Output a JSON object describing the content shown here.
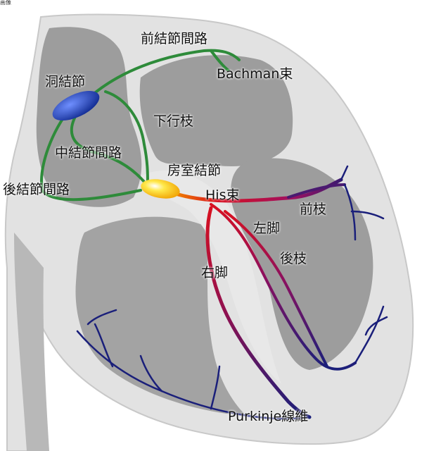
{
  "corner_tag": "画像",
  "labels": {
    "anterior_internodal": "前結節間路",
    "bachmann": "Bachman束",
    "sa_node": "洞結節",
    "descending_branch": "下行枝",
    "middle_internodal": "中結節間路",
    "av_node": "房室結節",
    "posterior_internodal": "後結節間路",
    "his_bundle": "His束",
    "anterior_fascicle": "前枝",
    "left_bundle": "左脚",
    "posterior_fascicle": "後枝",
    "right_bundle": "右脚",
    "purkinje": "Purkinje線維"
  },
  "colors": {
    "heart_outer": "#dcdcdc",
    "heart_wall": "#b4b4b4",
    "chamber": "#999999",
    "sa_node": "#1a3fae",
    "av_node": "#f2c200",
    "internodal": "#2e8b3a",
    "his": "#d81020",
    "purkinje": "#1a1f7a"
  }
}
